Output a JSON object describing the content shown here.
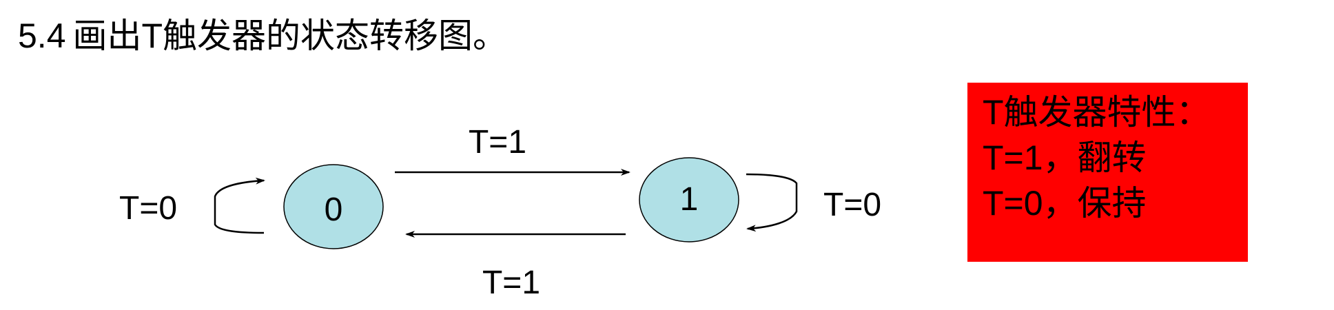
{
  "title": {
    "number": "5.4",
    "text": "画出T触发器的状态转移图。"
  },
  "diagram": {
    "states": [
      {
        "id": "s0",
        "label": "0"
      },
      {
        "id": "s1",
        "label": "1"
      }
    ],
    "transitions": {
      "s0_to_s1": "T=1",
      "s1_to_s0": "T=1",
      "s0_self": "T=0",
      "s1_self": "T=0"
    },
    "state_fill_color": "#b0e0e6",
    "stroke_color": "#000000"
  },
  "note": {
    "title": "T触发器特性：",
    "lines": [
      "T=1，翻转",
      "T=0，保持"
    ],
    "background_color": "#ff0000"
  }
}
